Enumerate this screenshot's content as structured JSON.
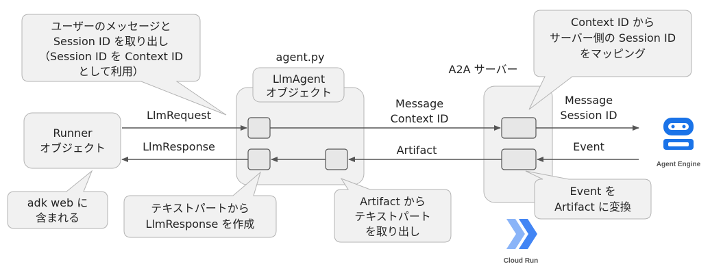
{
  "container_labels": {
    "agent_py": "agent.py",
    "a2a_server": "A2A サーバー"
  },
  "runner": {
    "line1": "Runner",
    "line2": "オブジェクト"
  },
  "llm_agent": {
    "line1": "LlmAgent",
    "line2": "オブジェクト"
  },
  "arrows": {
    "llm_request": "LlmRequest",
    "llm_response": "LlmResponse",
    "message_ctx": {
      "line1": "Message",
      "line2": "Context ID"
    },
    "artifact": "Artifact",
    "message_session": {
      "line1": "Message",
      "line2": "Session ID"
    },
    "event": "Event"
  },
  "notes": {
    "session_extract": {
      "line1": "ユーザーのメッセージと",
      "line2": "Session ID を取り出し",
      "line3": "（Session ID を Context ID",
      "line4": "として利用）"
    },
    "context_mapping": {
      "line1": "Context ID から",
      "line2": "サーバー側の Session ID",
      "line3": "をマッピング"
    },
    "adk_web": {
      "line1": "adk web に",
      "line2": "含まれる"
    },
    "text_part_create": {
      "line1": "テキストパートから",
      "line2": "LlmResponse を作成"
    },
    "artifact_extract": {
      "line1": "Artifact から",
      "line2": "テキストパート",
      "line3": "を取り出し"
    },
    "event_convert": {
      "line1": "Event を",
      "line2": "Artifact に変換"
    }
  },
  "logos": {
    "agent_engine": "Agent Engine",
    "cloud_run": "Cloud Run"
  },
  "colors": {
    "agent_engine_blue": "#1a73e8",
    "cloud_run_blue": "#4285f4"
  }
}
